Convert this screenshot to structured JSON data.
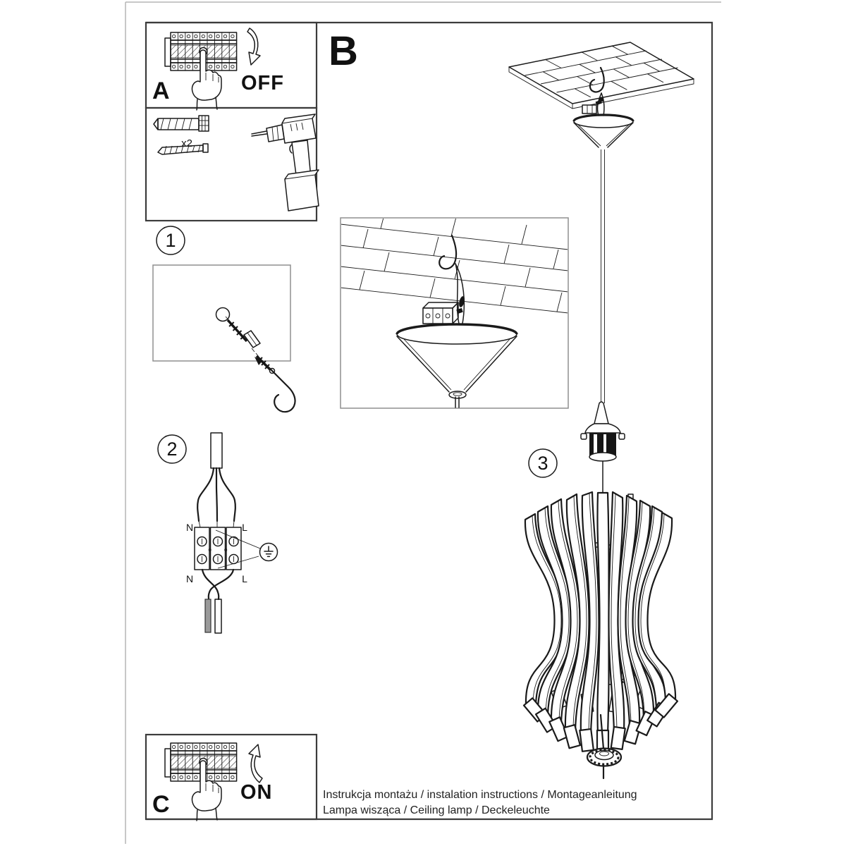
{
  "document": {
    "panel_a": {
      "label": "A",
      "switch_state": "OFF"
    },
    "panel_b": {
      "label": "B"
    },
    "panel_c": {
      "label": "C",
      "switch_state": "ON"
    },
    "tools": {
      "dowel_quantity": "x2"
    },
    "step_1": {
      "number": "1"
    },
    "step_2": {
      "number": "2",
      "terminals": {
        "top_left": "N",
        "top_right": "L",
        "bottom_left": "N",
        "bottom_right": "L"
      }
    },
    "step_3": {
      "number": "3"
    },
    "footer": {
      "line1": "Instrukcja montażu / instalation instructions / Montageanleitung",
      "line2": "Lampa wisząca / Ceiling lamp / Deckeleuchte"
    }
  },
  "colors": {
    "line": "#1a1a1a",
    "frame": "#3c3c3c",
    "page_edge": "#b5b5b5",
    "muted_border": "#8f8f8f",
    "background": "#ffffff"
  }
}
